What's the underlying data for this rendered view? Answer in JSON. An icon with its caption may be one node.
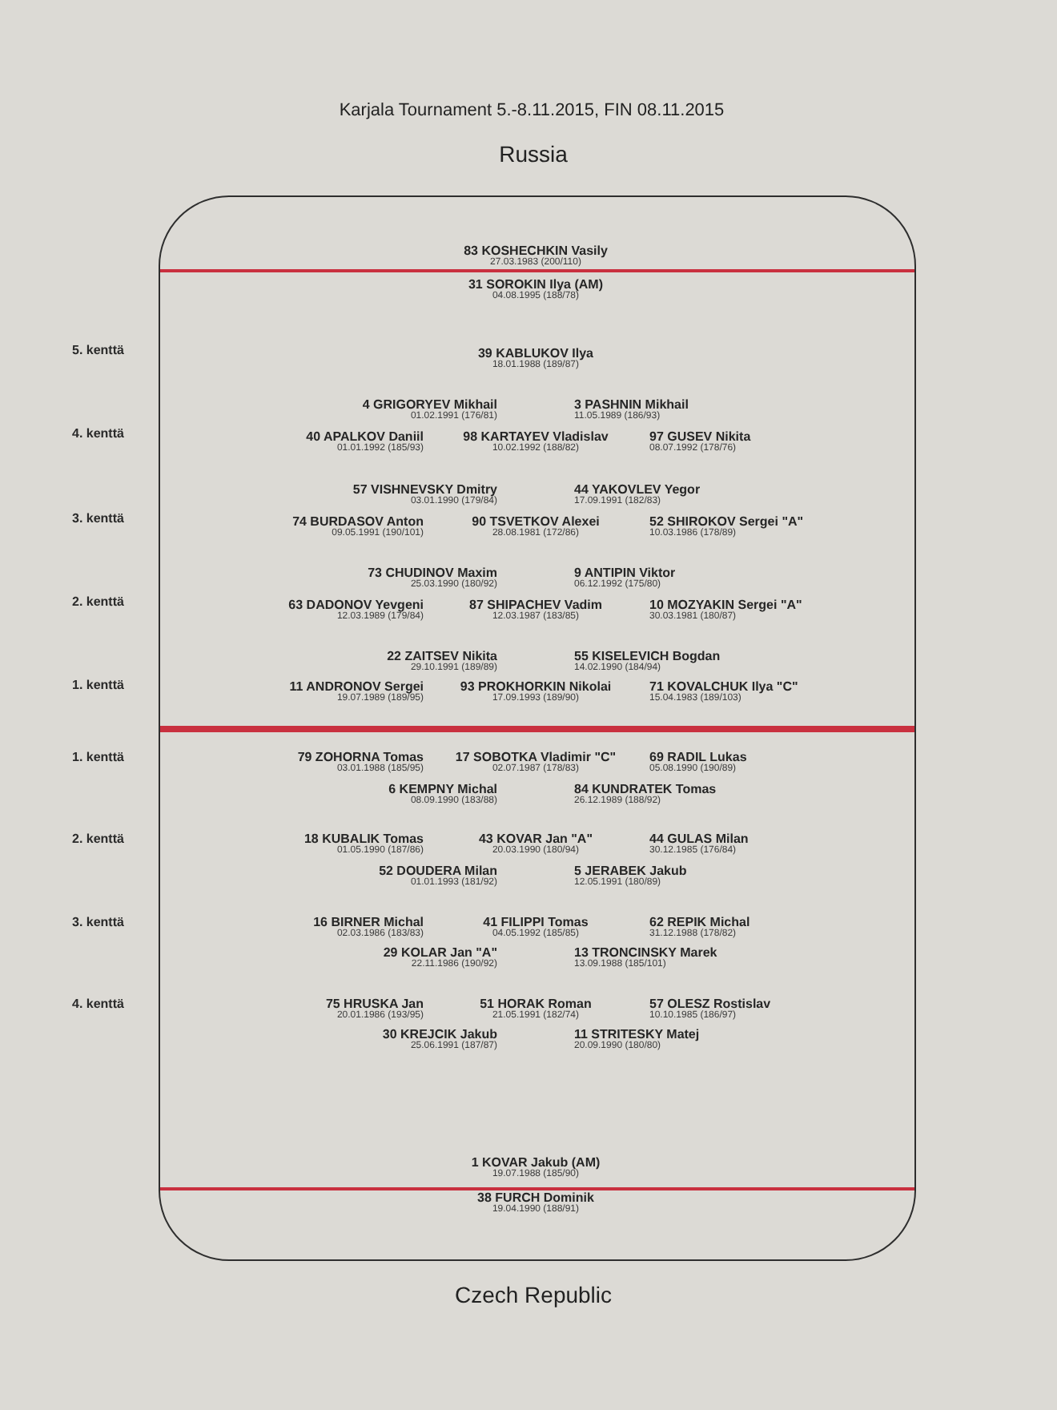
{
  "diagram": {
    "title": "Karjala Tournament 5.-8.11.2015, FIN 08.11.2015",
    "nodes": [
      {
        "text": [
          "83 KOSHECHKIN Vasily",
          "27.03.1983 (200/110)",
          "31 SOROKIN Ilya (AM)",
          "04.08.1995 (188/78)",
          "39 KABLUKOV Ilya",
          "18.01.1988 (189/87)",
          "4 GRIGORYEV Mikhail",
          "01.02.1991 (176/81)",
          "3 PASHNIN Mikhail",
          "11.05.1989 (186/93)",
          "40 APALKOV Daniil",
          "01.01.1992 (185/93)",
          "98 KARTAYEV Vladislav",
          "10.02.1992 (188/82)",
          "97 GUSEV Nikita",
          "08.07.1992 (178/76)",
          "57 VISHNEVSKY Dmitry",
          "03.01.1990 (179/84)",
          "44 YAKOVLEV Yegor",
          "17.09.1991 (182/83)",
          "74 BURDASOV Anton",
          "09.05.1991 (190/101)",
          "90 TSVETKOV Alexei",
          "28.08.1981 (172/86)",
          "52 SHIROKOV Sergei \"A\"",
          "10.03.1986 (178/89)",
          "73 CHUDINOV Maxim",
          "25.03.1990 (180/92)",
          "9 ANTIPIN Viktor",
          "06.12.1992 (175/80)",
          "63 DADONOV Yevgeni",
          "12.03.1989 (179/84)",
          "87 SHIPACHEV Vadim",
          "12.03.1987 (183/85)",
          "10 MOZYAKIN Sergei \"A\"",
          "30.03.1981 (180/87)",
          "22 ZAITSEV Nikita",
          "29.10.1991 (189/89)",
          "55 KISELEVICH Bogdan",
          "14.02.1990 (184/94)",
          "11 ANDRONOV Sergei",
          "19.07.1989 (189/95)",
          "93 PROKHORKIN Nikolai",
          "17.09.1993 (189/90)",
          "71 KOVALCHUK Ilya \"C\"",
          "15.04.1983 (189/103)",
          "79 ZOHORNA Tomas",
          "03.01.1988 (185/95)",
          "17 SOBOTKA Vladimir \"C\"",
          "02.07.1987 (178/83)",
          "69 RADIL Lukas",
          "05.08.1990 (190/89)",
          "6 KEMPNY Michal",
          "08.09.1990 (183/88)",
          "84 KUNDRATEK Tomas",
          "26.12.1989 (188/92)",
          "18 KUBALIK Tomas",
          "01.05.1990 (187/86)",
          "43 KOVAR Jan \"A\"",
          "20.03.1990 (180/94)",
          "44 GULAS Milan",
          "30.12.1985 (176/84)",
          "52 DOUDERA Milan",
          "01.01.1993 (181/92)",
          "5 JERABEK Jakub",
          "12.05.1991 (180/89)",
          "16 BIRNER Michal",
          "02.03.1986 (183/83)",
          "41 FILIPPI Tomas",
          "04.05.1992 (185/85)",
          "62 REPIK Michal",
          "31.12.1988 (178/82)",
          "29 KOLAR Jan \"A\"",
          "22.11.1986 (190/92)",
          "13 TRONCINSKY Marek",
          "13.09.1988 (185/101)",
          "75 HRUSKA Jan",
          "20.01.1986 (193/95)",
          "51 HORAK Roman",
          "21.05.1991 (182/74)",
          "57 OLESZ Rostislav",
          "10.10.1985 (186/97)",
          "30 KREJCIK Jakub",
          "25.06.1991 (187/87)",
          "11 STRITESKY Matej",
          "20.09.1990 (180/80)",
          "1 KOVAR Jakub (AM)",
          "19.07.1988 (185/90)",
          "38 FURCH Dominik",
          "19.04.1990 (188/91)"
        ]
      }
    ],
    "labels": [
      "Russia",
      "5. kenttä",
      "4. kenttä",
      "3. kenttä",
      "2. kenttä",
      "1. kenttä",
      "1. kenttä",
      "2. kenttä",
      "3. kenttä",
      "4. kenttä",
      "Czech Republic"
    ]
  }
}
